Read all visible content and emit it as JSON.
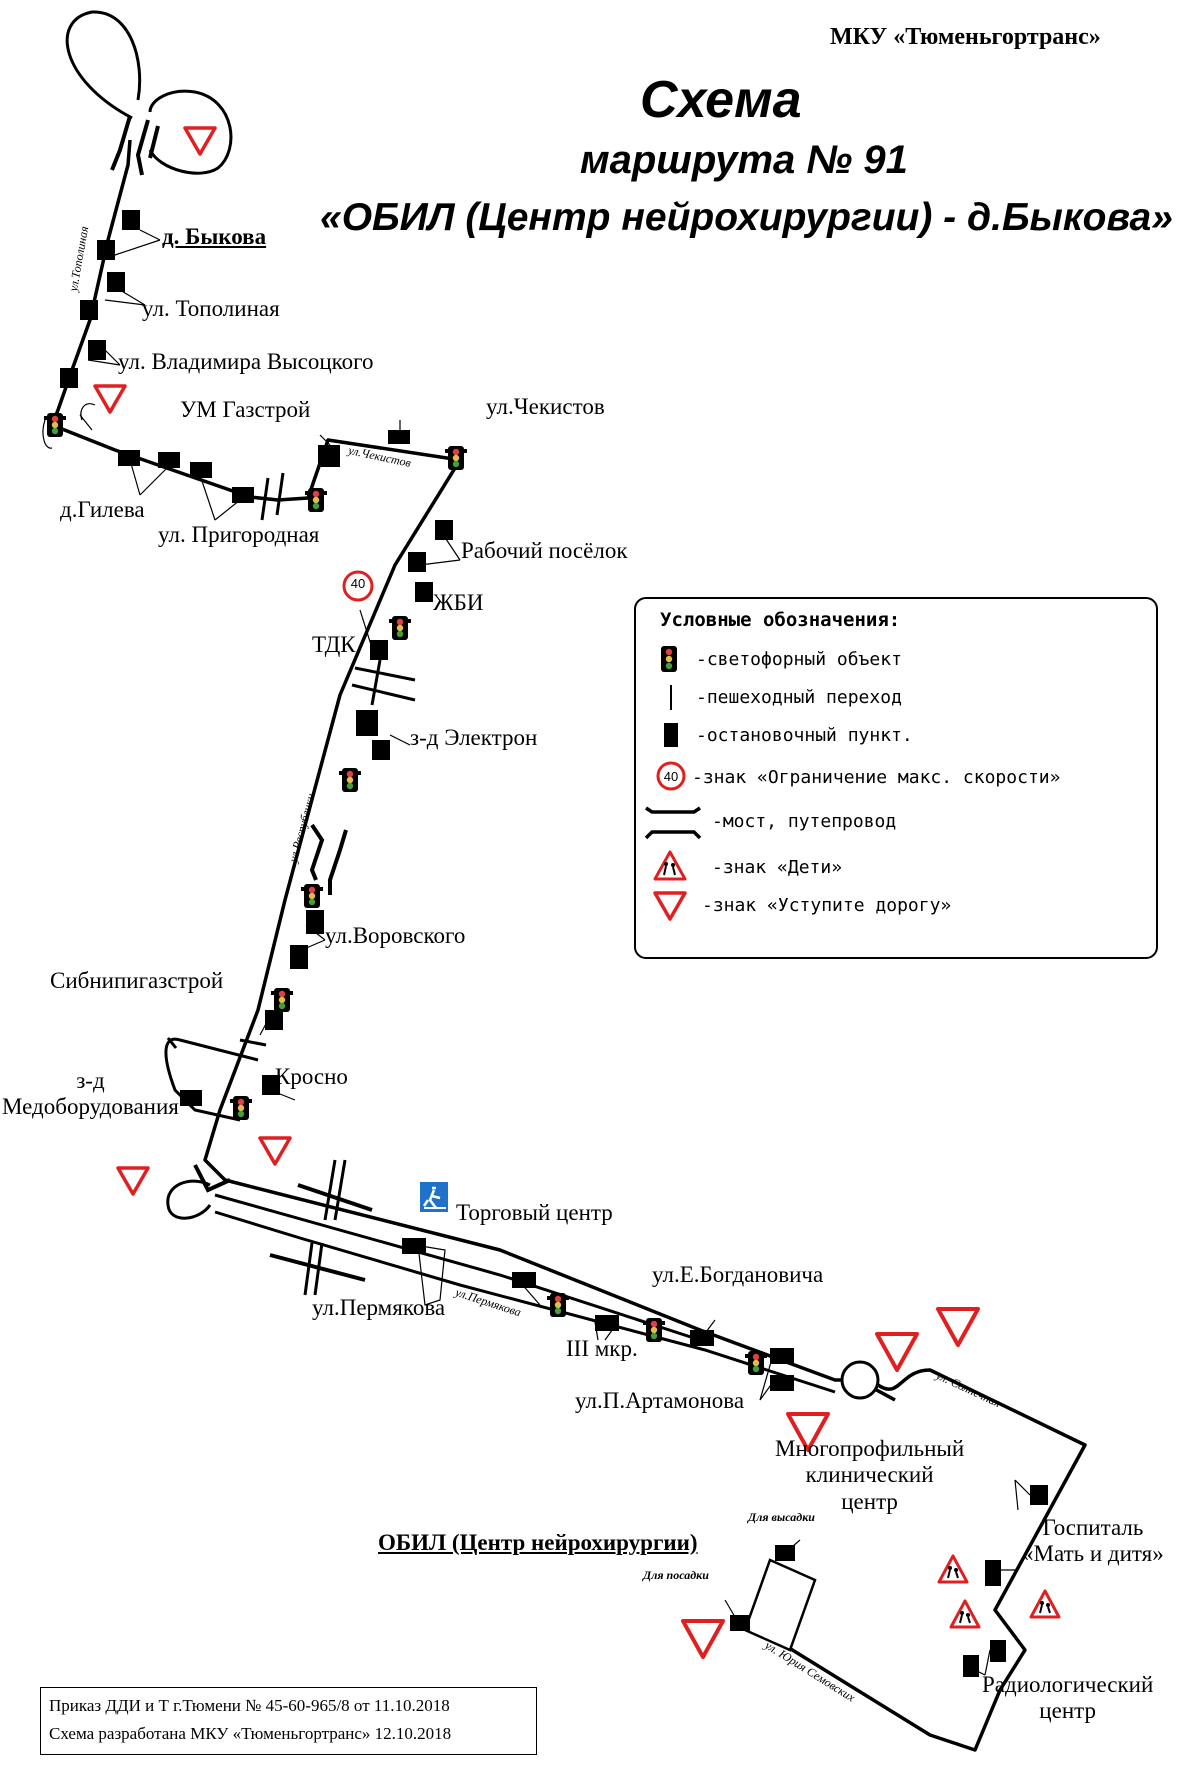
{
  "header": {
    "organization": "МКУ «Тюменьгортранс»",
    "title": "Схема",
    "subtitle": "маршрута № 91",
    "route_name": "«ОБИЛ (Центр нейрохирургии) - д.Быкова»"
  },
  "stops": {
    "terminus_north": "д. Быкова",
    "topolinaya": "ул. Тополиная",
    "vysotskogo": "ул. Владимира Высоцкого",
    "um_gazstroy": "УМ Газстрой",
    "chekistov": "ул.Чекистов",
    "gileva": "д.Гилева",
    "prigorodnaya": "ул. Пригородная",
    "rabochiy": "Рабочий посёлок",
    "zhbi": "ЖБИ",
    "tdk": "ТДК",
    "elektron": "з-д Электрон",
    "vorovskogo": "ул.Воровского",
    "sibnipi": "Сибнипигазстрой",
    "krosno": "Кросно",
    "medoborud": "з-д\nМедоборудования",
    "torgovy": "Торговый центр",
    "permyakova": "ул.Пермякова",
    "bogdanovicha": "ул.Е.Богдановича",
    "iii_mkr": "III мкр.",
    "artamonova": "ул.П.Артамонова",
    "mkc": "Многопрофильный\nклинический\nцентр",
    "gospital": "Госпиталь\n«Мать и дитя»",
    "terminus_south": "ОБИЛ (Центр нейрохирургии)",
    "radiology": "Радиологический\nцентр"
  },
  "streets": {
    "topolinaya": "ул.Тополиная",
    "chekistov": "ул.Чекистов",
    "respubliki": "ул.Республики",
    "permyakova": "ул.Пермякова",
    "solnechnaya": "ул. Солнечная",
    "semovskikh": "ул. Юрия Семовских"
  },
  "terminal_labels": {
    "drop_off": "Для высадки",
    "boarding": "Для посадки"
  },
  "speed_limit_value": "40",
  "legend": {
    "heading": "Условные обозначения:",
    "items": [
      {
        "icon": "traffic-light-icon",
        "text": "-светофорный объект"
      },
      {
        "icon": "pedestrian-crossing-icon",
        "text": "-пешеходный переход"
      },
      {
        "icon": "bus-stop-icon",
        "text": "-остановочный пункт."
      },
      {
        "icon": "speed-limit-icon",
        "text": "-знак «Ограничение макс. скорости»"
      },
      {
        "icon": "bridge-icon",
        "text": "-мост, путепровод"
      },
      {
        "icon": "children-sign-icon",
        "text": "-знак «Дети»"
      },
      {
        "icon": "give-way-sign-icon",
        "text": "-знак «Уступите дорогу»"
      }
    ]
  },
  "footer": {
    "order": "Приказ ДДИ и Т г.Тюмени № 45-60-965/8 от 11.10.2018",
    "developed": "Схема разработана МКУ «Тюменьгортранс» 12.10.2018"
  },
  "colors": {
    "route": "#000000",
    "sign_red": "#e02020",
    "pedestrian_blue": "#1e73c8"
  }
}
